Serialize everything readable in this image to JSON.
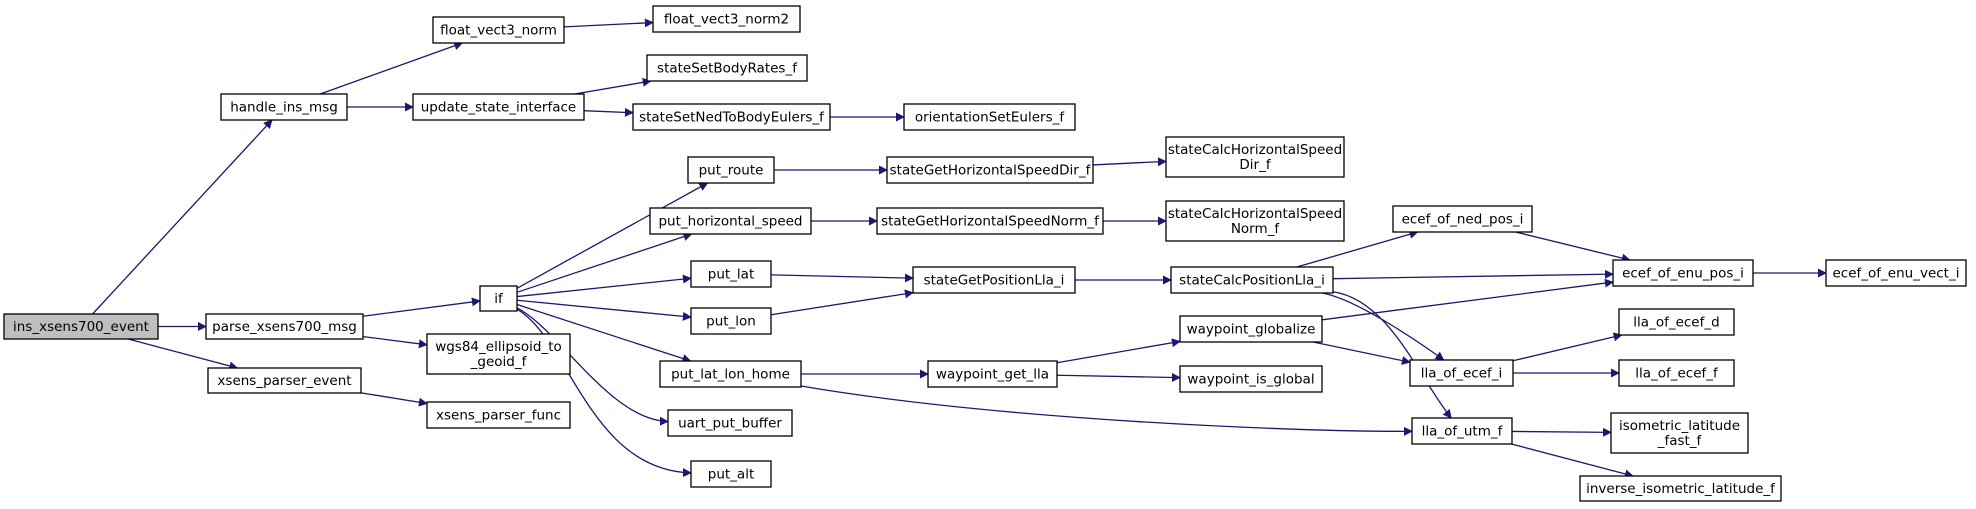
{
  "diagram": {
    "colors": {
      "edge": "#191970",
      "root_fill": "#bfbfbf",
      "node_fill": "#ffffff",
      "node_border": "#000000"
    },
    "nodes": [
      {
        "id": "ins_xsens700_event",
        "lines": [
          "ins_xsens700_event"
        ],
        "root": true
      },
      {
        "id": "handle_ins_msg",
        "lines": [
          "handle_ins_msg"
        ]
      },
      {
        "id": "parse_xsens700_msg",
        "lines": [
          "parse_xsens700_msg"
        ]
      },
      {
        "id": "xsens_parser_event",
        "lines": [
          "xsens_parser_event"
        ]
      },
      {
        "id": "float_vect3_norm",
        "lines": [
          "float_vect3_norm"
        ]
      },
      {
        "id": "update_state_interface",
        "lines": [
          "update_state_interface"
        ]
      },
      {
        "id": "float_vect3_norm2",
        "lines": [
          "float_vect3_norm2"
        ]
      },
      {
        "id": "stateSetBodyRates_f",
        "lines": [
          "stateSetBodyRates_f"
        ]
      },
      {
        "id": "stateSetNedToBodyEulers_f",
        "lines": [
          "stateSetNedToBodyEulers_f"
        ]
      },
      {
        "id": "orientationSetEulers_f",
        "lines": [
          "orientationSetEulers_f"
        ]
      },
      {
        "id": "if",
        "lines": [
          "if"
        ]
      },
      {
        "id": "wgs84_ellipsoid_to_geoid_f",
        "lines": [
          "wgs84_ellipsoid_to",
          "_geoid_f"
        ]
      },
      {
        "id": "xsens_parser_func",
        "lines": [
          "xsens_parser_func"
        ]
      },
      {
        "id": "put_route",
        "lines": [
          "put_route"
        ]
      },
      {
        "id": "put_horizontal_speed",
        "lines": [
          "put_horizontal_speed"
        ]
      },
      {
        "id": "put_lat",
        "lines": [
          "put_lat"
        ]
      },
      {
        "id": "put_lon",
        "lines": [
          "put_lon"
        ]
      },
      {
        "id": "put_lat_lon_home",
        "lines": [
          "put_lat_lon_home"
        ]
      },
      {
        "id": "uart_put_buffer",
        "lines": [
          "uart_put_buffer"
        ]
      },
      {
        "id": "put_alt",
        "lines": [
          "put_alt"
        ]
      },
      {
        "id": "stateGetHorizontalSpeedDir_f",
        "lines": [
          "stateGetHorizontalSpeedDir_f"
        ]
      },
      {
        "id": "stateGetHorizontalSpeedNorm_f",
        "lines": [
          "stateGetHorizontalSpeedNorm_f"
        ]
      },
      {
        "id": "stateGetPositionLla_i",
        "lines": [
          "stateGetPositionLla_i"
        ]
      },
      {
        "id": "waypoint_get_lla",
        "lines": [
          "waypoint_get_lla"
        ]
      },
      {
        "id": "stateCalcHorizontalSpeedDir_f",
        "lines": [
          "stateCalcHorizontalSpeed",
          "Dir_f"
        ]
      },
      {
        "id": "stateCalcHorizontalSpeedNorm_f",
        "lines": [
          "stateCalcHorizontalSpeed",
          "Norm_f"
        ]
      },
      {
        "id": "stateCalcPositionLla_i",
        "lines": [
          "stateCalcPositionLla_i"
        ]
      },
      {
        "id": "waypoint_globalize",
        "lines": [
          "waypoint_globalize"
        ]
      },
      {
        "id": "waypoint_is_global",
        "lines": [
          "waypoint_is_global"
        ]
      },
      {
        "id": "ecef_of_ned_pos_i",
        "lines": [
          "ecef_of_ned_pos_i"
        ]
      },
      {
        "id": "ecef_of_enu_pos_i",
        "lines": [
          "ecef_of_enu_pos_i"
        ]
      },
      {
        "id": "lla_of_ecef_i",
        "lines": [
          "lla_of_ecef_i"
        ]
      },
      {
        "id": "lla_of_utm_f",
        "lines": [
          "lla_of_utm_f"
        ]
      },
      {
        "id": "ecef_of_enu_vect_i",
        "lines": [
          "ecef_of_enu_vect_i"
        ]
      },
      {
        "id": "lla_of_ecef_d",
        "lines": [
          "lla_of_ecef_d"
        ]
      },
      {
        "id": "lla_of_ecef_f",
        "lines": [
          "lla_of_ecef_f"
        ]
      },
      {
        "id": "isometric_latitude_fast_f",
        "lines": [
          "isometric_latitude",
          "_fast_f"
        ]
      },
      {
        "id": "inverse_isometric_latitude_f",
        "lines": [
          "inverse_isometric_latitude_f"
        ]
      }
    ],
    "edges": [
      [
        "ins_xsens700_event",
        "handle_ins_msg"
      ],
      [
        "ins_xsens700_event",
        "parse_xsens700_msg"
      ],
      [
        "ins_xsens700_event",
        "xsens_parser_event"
      ],
      [
        "handle_ins_msg",
        "float_vect3_norm"
      ],
      [
        "handle_ins_msg",
        "update_state_interface"
      ],
      [
        "float_vect3_norm",
        "float_vect3_norm2"
      ],
      [
        "update_state_interface",
        "stateSetBodyRates_f"
      ],
      [
        "update_state_interface",
        "stateSetNedToBodyEulers_f"
      ],
      [
        "stateSetNedToBodyEulers_f",
        "orientationSetEulers_f"
      ],
      [
        "parse_xsens700_msg",
        "if"
      ],
      [
        "parse_xsens700_msg",
        "wgs84_ellipsoid_to_geoid_f"
      ],
      [
        "xsens_parser_event",
        "xsens_parser_func"
      ],
      [
        "if",
        "put_route"
      ],
      [
        "if",
        "put_horizontal_speed"
      ],
      [
        "if",
        "put_lat"
      ],
      [
        "if",
        "put_lon"
      ],
      [
        "if",
        "put_lat_lon_home"
      ],
      [
        "if",
        "uart_put_buffer"
      ],
      [
        "if",
        "put_alt"
      ],
      [
        "put_route",
        "stateGetHorizontalSpeedDir_f"
      ],
      [
        "put_horizontal_speed",
        "stateGetHorizontalSpeedNorm_f"
      ],
      [
        "put_lat",
        "stateGetPositionLla_i"
      ],
      [
        "put_lon",
        "stateGetPositionLla_i"
      ],
      [
        "put_lat_lon_home",
        "waypoint_get_lla"
      ],
      [
        "put_lat_lon_home",
        "lla_of_utm_f"
      ],
      [
        "stateGetHorizontalSpeedDir_f",
        "stateCalcHorizontalSpeedDir_f"
      ],
      [
        "stateGetHorizontalSpeedNorm_f",
        "stateCalcHorizontalSpeedNorm_f"
      ],
      [
        "stateGetPositionLla_i",
        "stateCalcPositionLla_i"
      ],
      [
        "waypoint_get_lla",
        "waypoint_globalize"
      ],
      [
        "waypoint_get_lla",
        "waypoint_is_global"
      ],
      [
        "stateCalcPositionLla_i",
        "ecef_of_ned_pos_i"
      ],
      [
        "stateCalcPositionLla_i",
        "ecef_of_enu_pos_i"
      ],
      [
        "stateCalcPositionLla_i",
        "lla_of_ecef_i"
      ],
      [
        "stateCalcPositionLla_i",
        "lla_of_utm_f"
      ],
      [
        "waypoint_globalize",
        "ecef_of_enu_pos_i"
      ],
      [
        "waypoint_globalize",
        "lla_of_ecef_i"
      ],
      [
        "ecef_of_ned_pos_i",
        "ecef_of_enu_pos_i"
      ],
      [
        "ecef_of_enu_pos_i",
        "ecef_of_enu_vect_i"
      ],
      [
        "lla_of_ecef_i",
        "lla_of_ecef_d"
      ],
      [
        "lla_of_ecef_i",
        "lla_of_ecef_f"
      ],
      [
        "lla_of_utm_f",
        "isometric_latitude_fast_f"
      ],
      [
        "lla_of_utm_f",
        "inverse_isometric_latitude_f"
      ]
    ]
  }
}
